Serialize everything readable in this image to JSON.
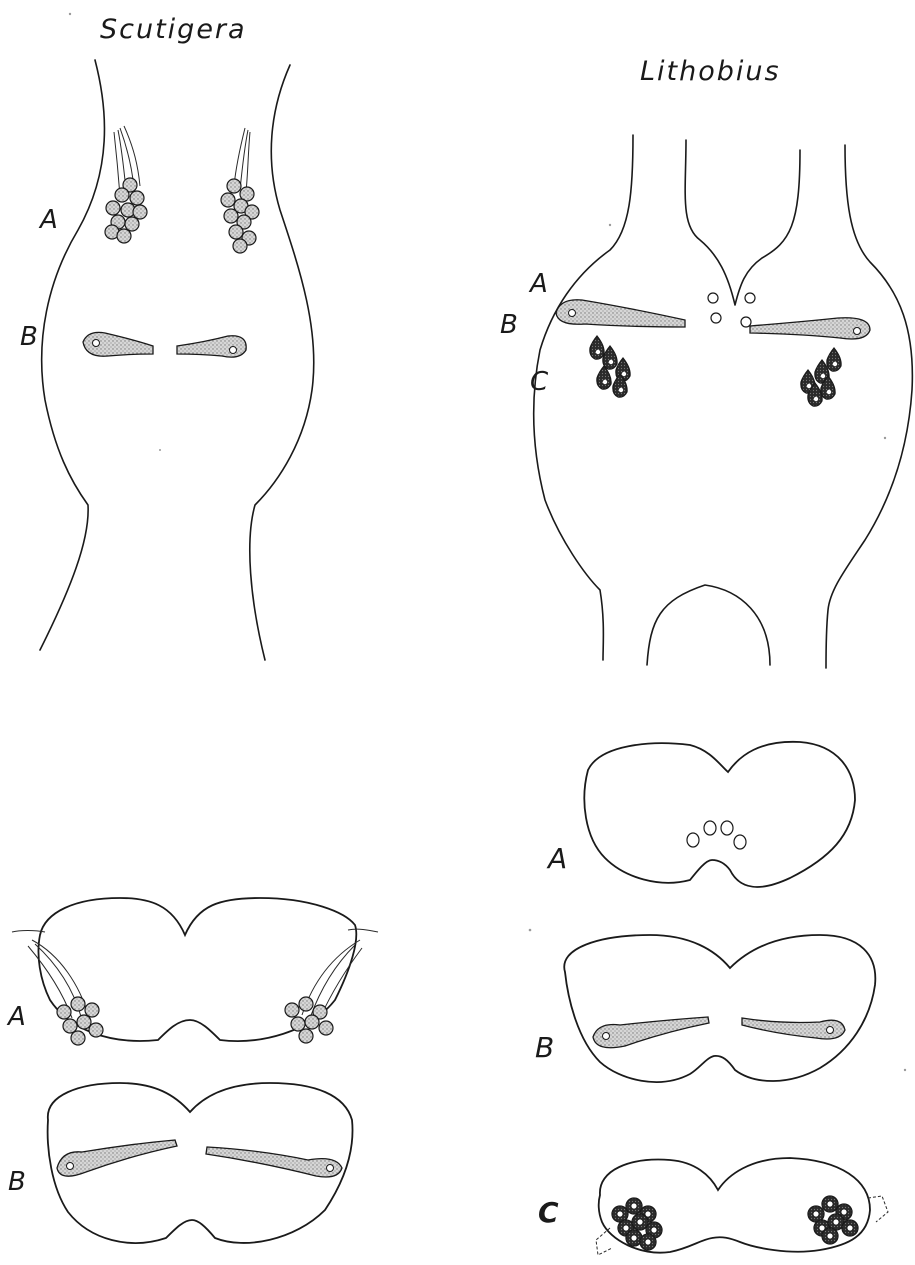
{
  "titles": {
    "left": "Scutigera",
    "right": "Lithobius"
  },
  "labels": {
    "scutigera_long_a": "A",
    "scutigera_long_b": "B",
    "lithobius_long_a": "A",
    "lithobius_long_b": "B",
    "lithobius_long_c": "C",
    "scutigera_sec_a": "A",
    "scutigera_sec_b": "B",
    "lithobius_sec_a": "A",
    "lithobius_sec_b": "B",
    "lithobius_sec_c": "C"
  },
  "colors": {
    "ink": "#1a1a1a",
    "stipple": "#c8c8c8",
    "dark_cell": "#2b2b2b",
    "paper": "#ffffff"
  }
}
